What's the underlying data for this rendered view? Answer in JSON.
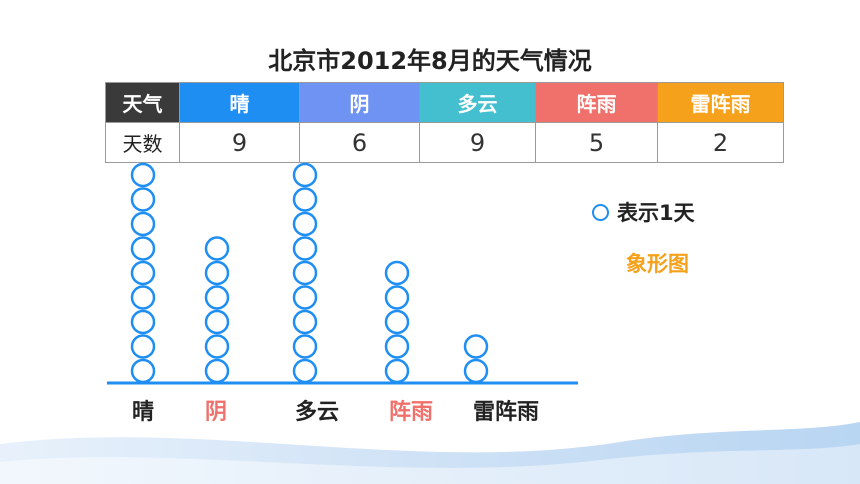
{
  "chart_data": {
    "type": "pictograph",
    "title": "北京市2012年8月的天气情况",
    "table": {
      "row_labels": [
        "天气",
        "天数"
      ],
      "columns": [
        {
          "label": "晴",
          "value": "9",
          "color": "#1e8ef2"
        },
        {
          "label": "阴",
          "value": "6",
          "color": "#6e93f2"
        },
        {
          "label": "多云",
          "value": "9",
          "color": "#43bfcf"
        },
        {
          "label": "阵雨",
          "value": "5",
          "color": "#f0716b"
        },
        {
          "label": "雷阵雨",
          "value": "2",
          "color": "#f6a11b"
        }
      ],
      "label_header_color": "#3a3a3a"
    },
    "categories": [
      "晴",
      "阴",
      "多云",
      "阵雨",
      "雷阵雨"
    ],
    "values": [
      9,
      6,
      9,
      5,
      2
    ],
    "category_label_colors": [
      "#222222",
      "#f0716b",
      "#222222",
      "#f0716b",
      "#222222"
    ],
    "symbol_color": "#1e8ef2",
    "legend": {
      "text": "表示1天"
    },
    "chart_type_label": "象形图"
  }
}
